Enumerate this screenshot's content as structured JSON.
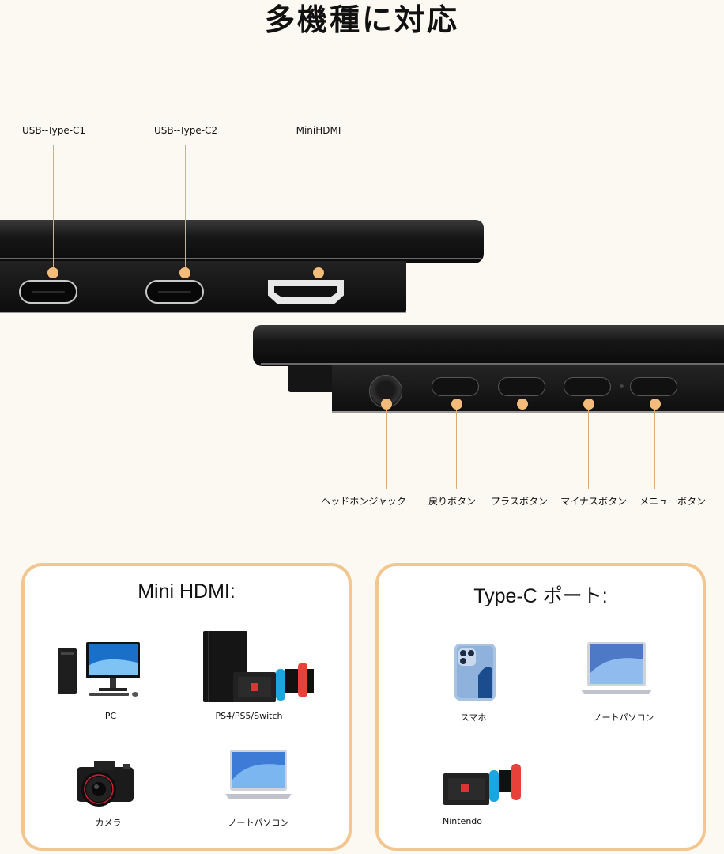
{
  "title": "多機種に対応",
  "ports": {
    "usbc1": "USB--Type-C1",
    "usbc2": "USB--Type-C2",
    "minihdmi": "MiniHDMI"
  },
  "buttons": {
    "headphone": "ヘッドホンジャック",
    "back": "戻りボタン",
    "plus": "プラスボタン",
    "minus": "マイナスボタン",
    "menu": "メニューボタン"
  },
  "hdmi_card": {
    "title": "Mini HDMI:",
    "devices": [
      {
        "label": "PC",
        "icon": "desktop-pc-icon"
      },
      {
        "label": "PS4/PS5/Switch",
        "icon": "game-console-icon"
      },
      {
        "label": "カメラ",
        "icon": "camera-icon"
      },
      {
        "label": "ノートパソコン",
        "icon": "laptop-icon"
      }
    ]
  },
  "typec_card": {
    "title": "Type-C ポート:",
    "devices": [
      {
        "label": "スマホ",
        "icon": "smartphone-icon"
      },
      {
        "label": "ノートパソコン",
        "icon": "laptop-icon"
      },
      {
        "label": "Nintendo",
        "icon": "nintendo-switch-icon"
      }
    ]
  },
  "colors": {
    "accent": "#f2c68e",
    "dot": "#f4bc7a",
    "line": "#e1ab6e",
    "background": "#fcf9f2"
  }
}
